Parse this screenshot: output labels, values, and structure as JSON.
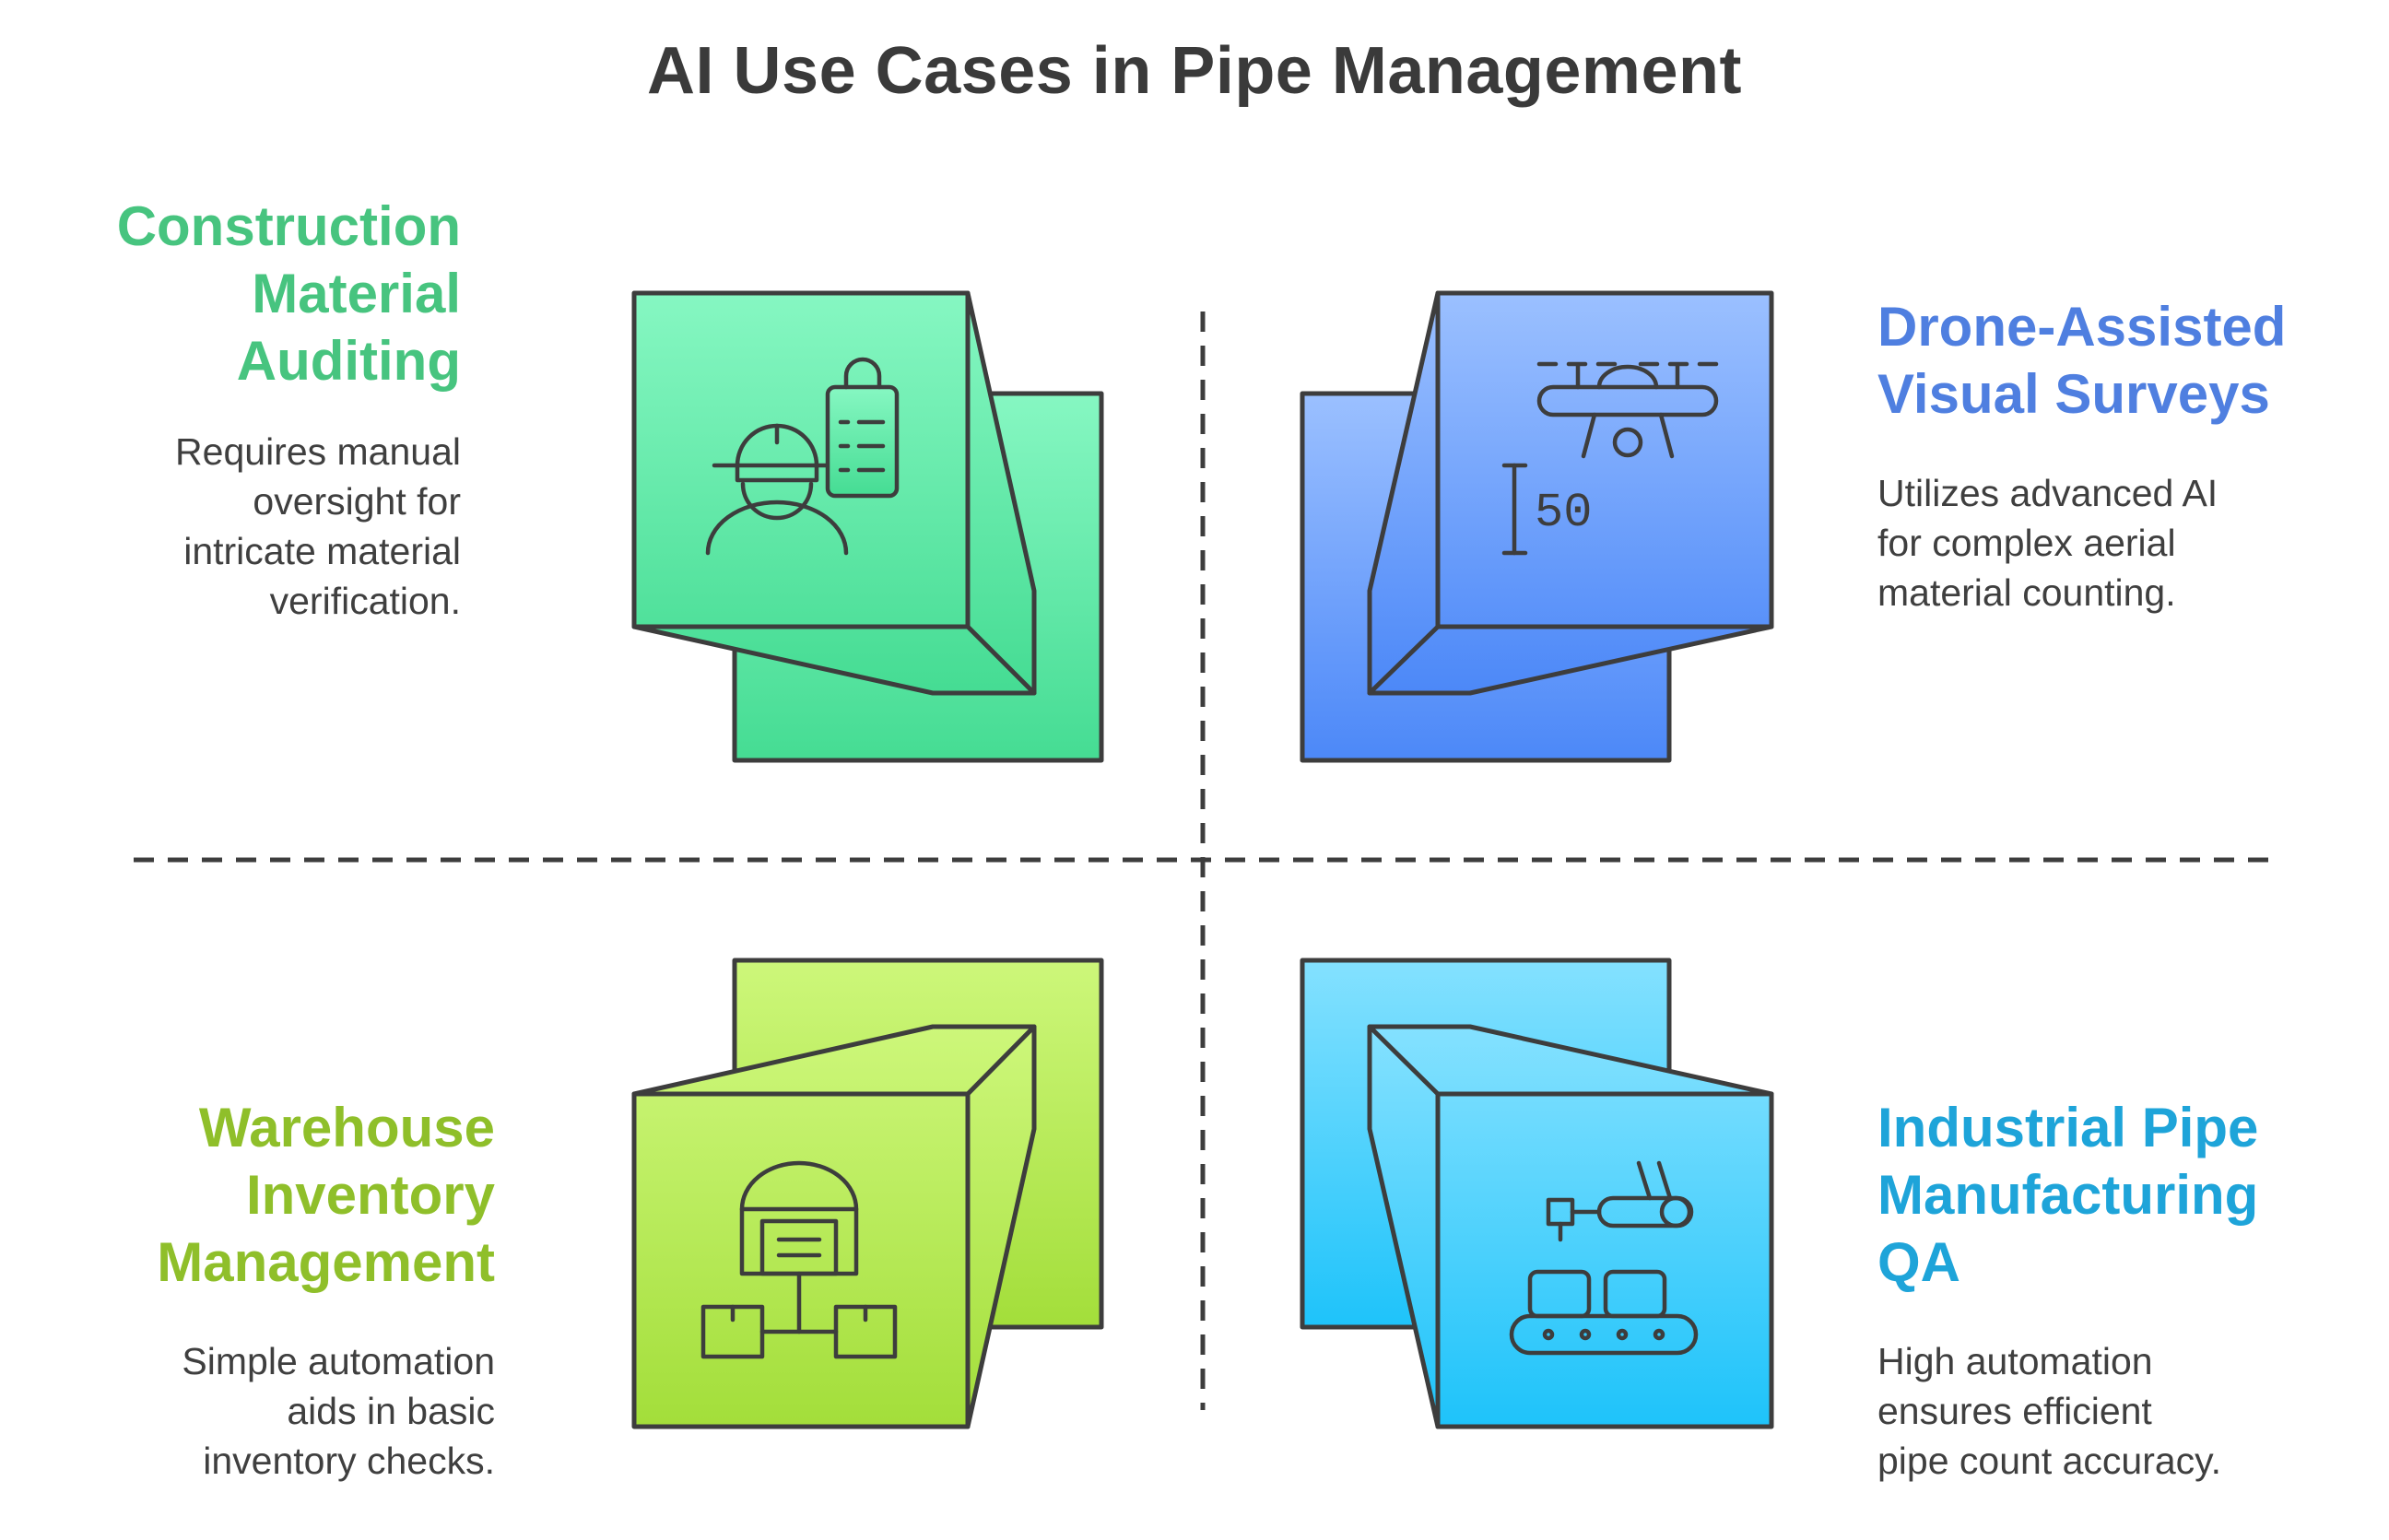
{
  "title": "AI Use Cases in Pipe Management",
  "colors": {
    "green": "#47c47f",
    "blue": "#4f7fe0",
    "lime": "#8fbf2a",
    "cyan": "#1ea4d9",
    "outline": "#3d3d3d"
  },
  "quadrants": {
    "top_left": {
      "heading_lines": [
        "Construction",
        "Material",
        "Auditing"
      ],
      "description_lines": [
        "Requires manual",
        "oversight for",
        "intricate material",
        "verification."
      ],
      "icon": "worker-clipboard-icon"
    },
    "top_right": {
      "heading_lines": [
        "Drone-Assisted",
        "Visual Surveys"
      ],
      "description_lines": [
        "Utilizes advanced AI",
        "for complex aerial",
        "material counting."
      ],
      "icon": "drone-icon",
      "icon_label": "50"
    },
    "bottom_left": {
      "heading_lines": [
        "Warehouse",
        "Inventory",
        "Management"
      ],
      "description_lines": [
        "Simple automation",
        "aids in basic",
        "inventory checks."
      ],
      "icon": "warehouse-network-icon"
    },
    "bottom_right": {
      "heading_lines": [
        "Industrial Pipe",
        "Manufacturing",
        "QA"
      ],
      "description_lines": [
        "High automation",
        "ensures efficient",
        "pipe count accuracy."
      ],
      "icon": "robot-arm-conveyor-icon"
    }
  }
}
